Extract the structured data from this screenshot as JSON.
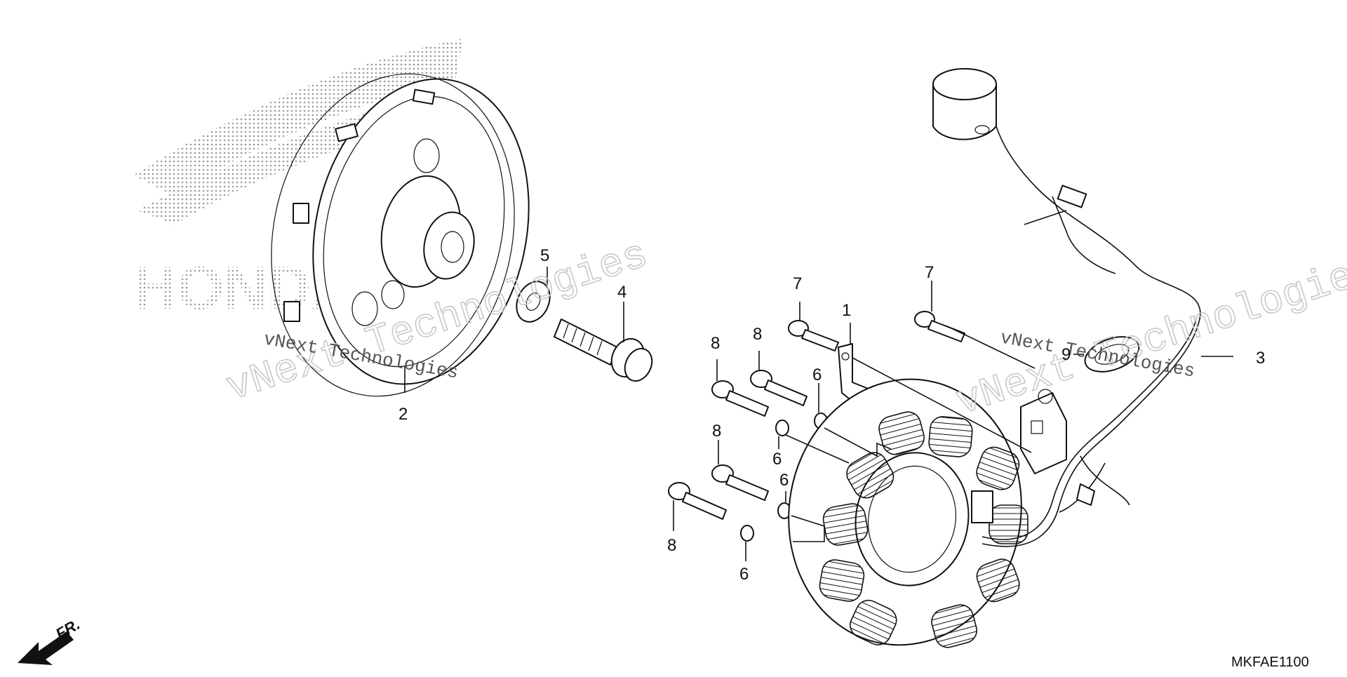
{
  "diagram": {
    "code": "MKFAE1100",
    "front_marker": "FR.",
    "brand_watermark": "HONDA",
    "watermarks": [
      "vNext Technologies",
      "vNext Technologies",
      "vNext Technologies",
      "vNext Technologies"
    ],
    "callouts": [
      {
        "id": "c1",
        "label": "1"
      },
      {
        "id": "c2",
        "label": "2"
      },
      {
        "id": "c3",
        "label": "3"
      },
      {
        "id": "c4",
        "label": "4"
      },
      {
        "id": "c5",
        "label": "5"
      },
      {
        "id": "c6a",
        "label": "6"
      },
      {
        "id": "c6b",
        "label": "6"
      },
      {
        "id": "c6c",
        "label": "6"
      },
      {
        "id": "c6d",
        "label": "6"
      },
      {
        "id": "c7a",
        "label": "7"
      },
      {
        "id": "c7b",
        "label": "7"
      },
      {
        "id": "c8a",
        "label": "8"
      },
      {
        "id": "c8b",
        "label": "8"
      },
      {
        "id": "c8c",
        "label": "8"
      },
      {
        "id": "c8d",
        "label": "8"
      },
      {
        "id": "c9",
        "label": "9"
      }
    ]
  }
}
